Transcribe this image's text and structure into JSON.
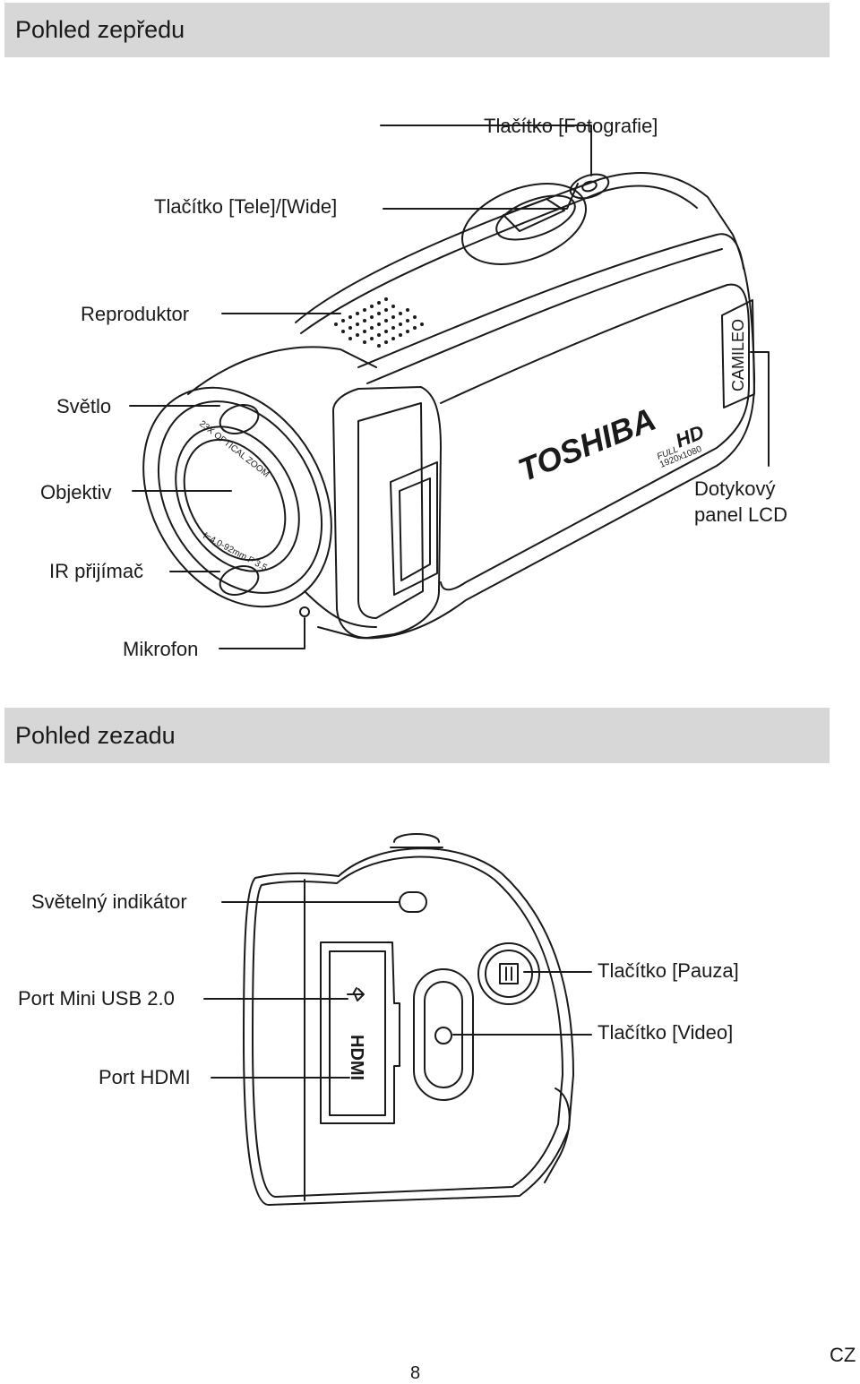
{
  "sections": {
    "front": "Pohled zepředu",
    "back": "Pohled zezadu"
  },
  "front_labels": {
    "photo_button": "Tlačítko [Fotografie]",
    "zoom_button": "Tlačítko [Tele]/[Wide]",
    "speaker": "Reproduktor",
    "light": "Světlo",
    "lens": "Objektiv",
    "ir_receiver": "IR přijímač",
    "microphone": "Mikrofon",
    "lcd_line1": "Dotykový",
    "lcd_line2": "panel LCD"
  },
  "back_labels": {
    "indicator": "Světelný indikátor",
    "usb_port": "Port Mini USB 2.0",
    "hdmi_port": "Port HDMI",
    "pause_button": "Tlačítko [Pauza]",
    "video_button": "Tlačítko [Video]"
  },
  "device_text": {
    "brand": "TOSHIBA",
    "model": "CAMILEO",
    "hd_badge": "HD",
    "full_text": "FULL",
    "resolution": "1920x1080",
    "zoom_ring": "23X OPTICAL ZOOM",
    "lens_spec": "f=4.0-92mm F 3.5",
    "hdmi_logo": "HDMI"
  },
  "footer": {
    "page_number": "8",
    "language": "CZ"
  }
}
